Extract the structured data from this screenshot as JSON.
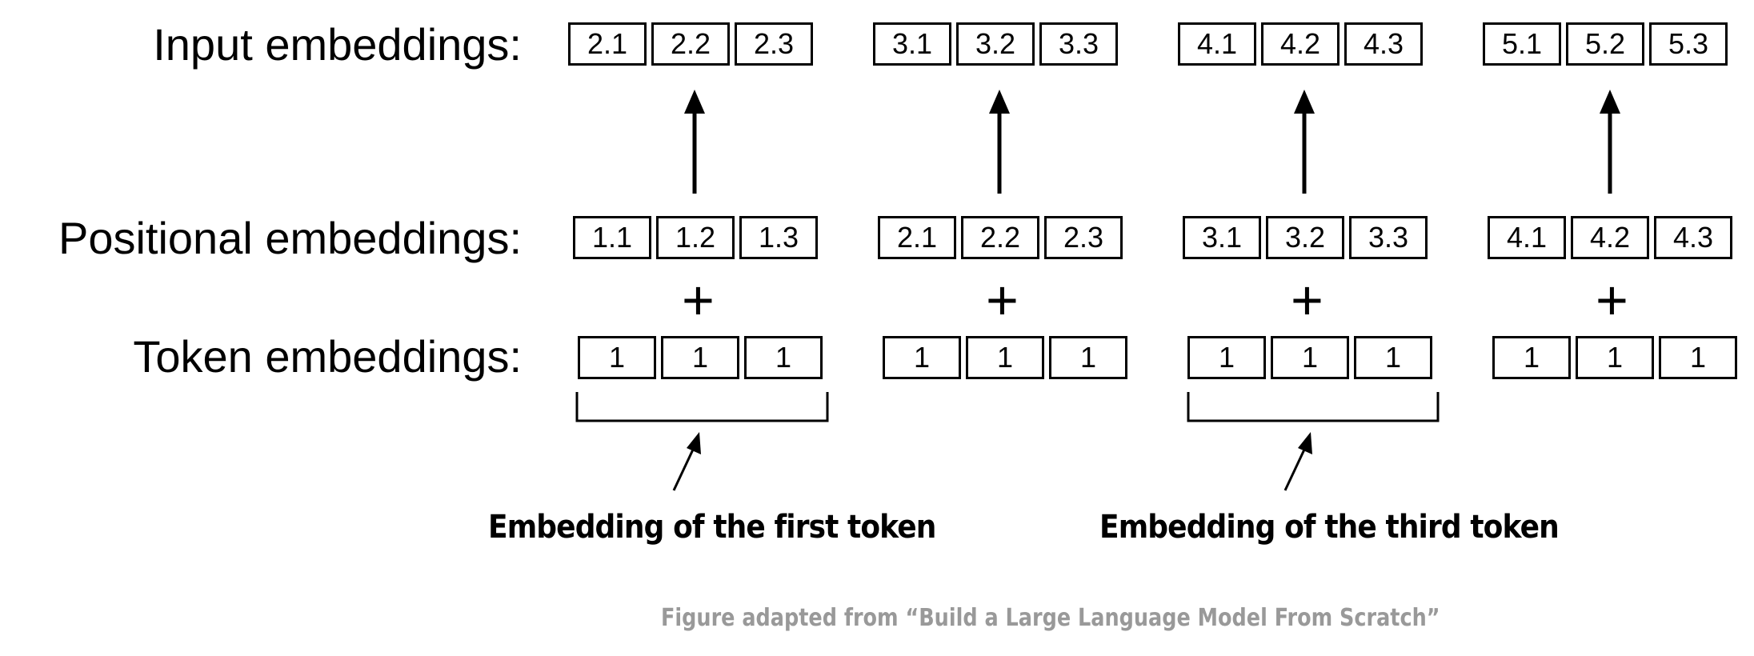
{
  "labels": {
    "input": "Input embeddings:",
    "positional": "Positional embeddings:",
    "token": "Token embeddings:"
  },
  "input_embeddings": [
    [
      "2.1",
      "2.2",
      "2.3"
    ],
    [
      "3.1",
      "3.2",
      "3.3"
    ],
    [
      "4.1",
      "4.2",
      "4.3"
    ],
    [
      "5.1",
      "5.2",
      "5.3"
    ]
  ],
  "positional_embeddings": [
    [
      "1.1",
      "1.2",
      "1.3"
    ],
    [
      "2.1",
      "2.2",
      "2.3"
    ],
    [
      "3.1",
      "3.2",
      "3.3"
    ],
    [
      "4.1",
      "4.2",
      "4.3"
    ]
  ],
  "token_embeddings": [
    [
      "1",
      "1",
      "1"
    ],
    [
      "1",
      "1",
      "1"
    ],
    [
      "1",
      "1",
      "1"
    ],
    [
      "1",
      "1",
      "1"
    ]
  ],
  "plus_sign": "+",
  "annotations": {
    "first_token": "Embedding of the first token",
    "third_token": "Embedding of the third token"
  },
  "credit": "Figure adapted from “Build a Large Language Model From Scratch”"
}
